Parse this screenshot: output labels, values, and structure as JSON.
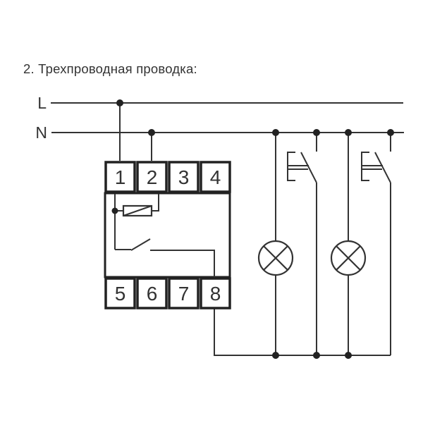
{
  "title": "2. Трехпроводная проводка:",
  "power": {
    "l_label": "L",
    "n_label": "N"
  },
  "device": {
    "terminals_top": [
      "1",
      "2",
      "3",
      "4"
    ],
    "terminals_bottom": [
      "5",
      "6",
      "7",
      "8"
    ]
  },
  "icons": {
    "lamp": "lamp-icon",
    "push_button": "push-button-icon",
    "relay_coil": "relay-coil-icon",
    "relay_contact": "relay-contact-icon",
    "junction": "junction-dot-icon"
  },
  "colors": {
    "wire": "#333333",
    "device_border": "#222222",
    "background": "#ffffff",
    "text": "#333333"
  }
}
